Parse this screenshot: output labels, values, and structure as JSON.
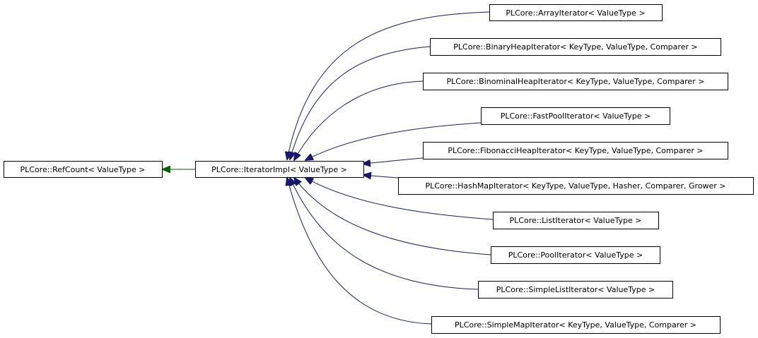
{
  "colors": {
    "inheritance_edge": "#191970",
    "green_edge": "#006400",
    "box_border": "#000000",
    "background": "#ffffff"
  },
  "nodes": {
    "refcount": "PLCore::RefCount< ValueType >",
    "iteratorimpl": "PLCore::IteratorImpl< ValueType >",
    "array": "PLCore::ArrayIterator< ValueType >",
    "binaryheap": "PLCore::BinaryHeapIterator< KeyType, ValueType, Comparer >",
    "binominalheap": "PLCore::BinominalHeapIterator< KeyType, ValueType, Comparer >",
    "fastpool": "PLCore::FastPoolIterator< ValueType >",
    "fibonacciheap": "PLCore::FibonacciHeapIterator< KeyType, ValueType, Comparer >",
    "hashmap": "PLCore::HashMapIterator< KeyType, ValueType, Hasher, Comparer, Grower >",
    "list": "PLCore::ListIterator< ValueType >",
    "pool": "PLCore::PoolIterator< ValueType >",
    "simplelist": "PLCore::SimpleListIterator< ValueType >",
    "simplemap": "PLCore::SimpleMapIterator< KeyType, ValueType, Comparer >"
  }
}
